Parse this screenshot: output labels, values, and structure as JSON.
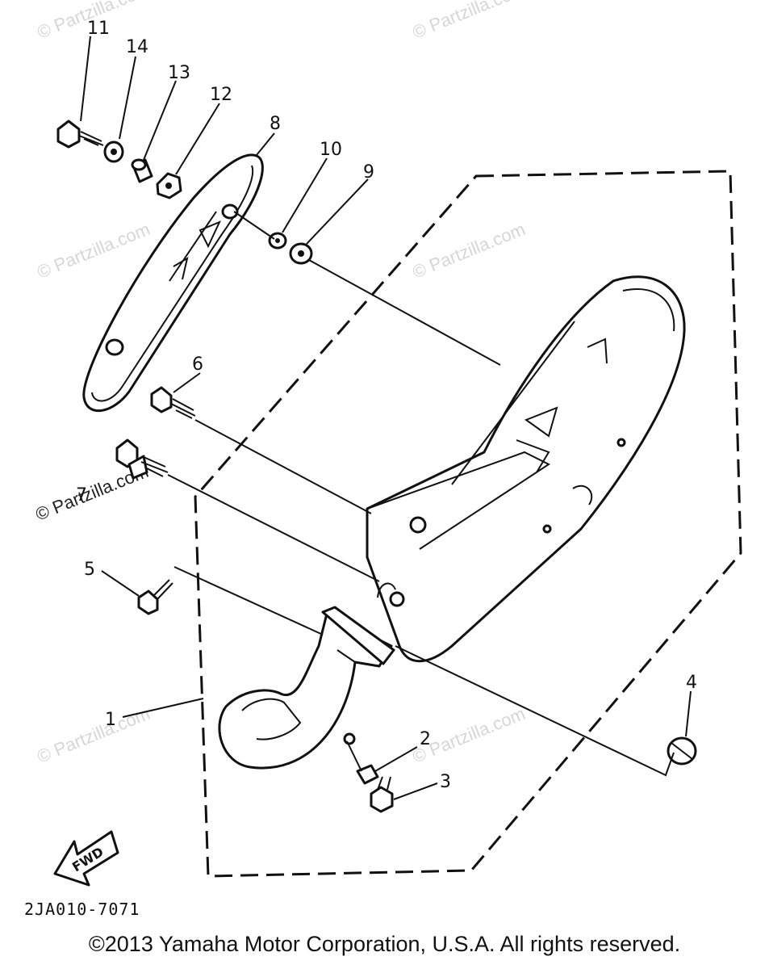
{
  "callouts": [
    {
      "id": "11",
      "label": "11"
    },
    {
      "id": "14",
      "label": "14"
    },
    {
      "id": "13",
      "label": "13"
    },
    {
      "id": "12",
      "label": "12"
    },
    {
      "id": "8",
      "label": "8"
    },
    {
      "id": "10",
      "label": "10"
    },
    {
      "id": "9",
      "label": "9"
    },
    {
      "id": "6",
      "label": "6"
    },
    {
      "id": "7",
      "label": "7"
    },
    {
      "id": "5",
      "label": "5"
    },
    {
      "id": "1",
      "label": "1"
    },
    {
      "id": "4",
      "label": "4"
    },
    {
      "id": "2",
      "label": "2"
    },
    {
      "id": "3",
      "label": "3"
    }
  ],
  "watermarks": [
    "© Partzilla.com",
    "© Partzilla.com",
    "© Partzilla.com",
    "© Partzilla.com",
    "© Partzilla.com",
    "© Partzilla.com",
    "© Partzilla.com",
    "© Partzilla.com"
  ],
  "fwd_label": "FWD",
  "diagram_code": "2JA010-7071",
  "copyright": "©2013 Yamaha Motor Corporation, U.S.A. All rights reserved."
}
